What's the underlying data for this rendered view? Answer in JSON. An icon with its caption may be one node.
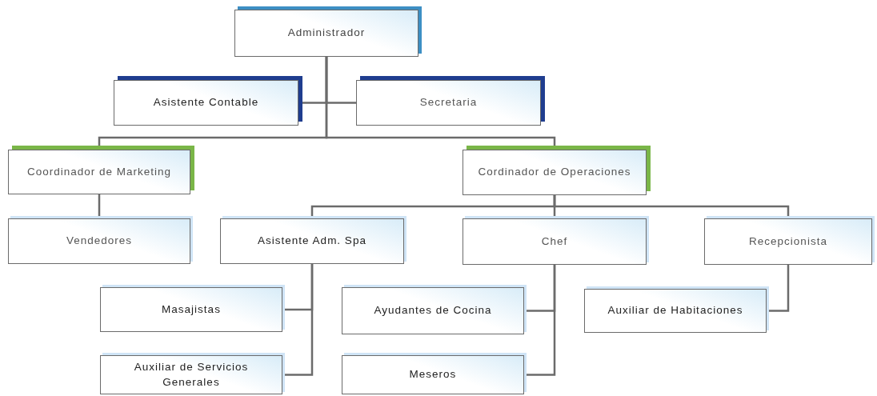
{
  "diagram": {
    "nodes": [
      {
        "text": [
          "Administrador"
        ]
      },
      {
        "text": [
          "Asistente Contable"
        ]
      },
      {
        "text": [
          "Secretaria"
        ]
      },
      {
        "text": [
          "Coordinador de Marketing"
        ]
      },
      {
        "text": [
          "Cordinador de Operaciones"
        ]
      },
      {
        "text": [
          "Vendedores"
        ]
      },
      {
        "text": [
          "Asistente Adm. Spa"
        ]
      },
      {
        "text": [
          "Chef"
        ]
      },
      {
        "text": [
          "Recepcionista"
        ]
      },
      {
        "text": [
          "Masajistas"
        ]
      },
      {
        "text": [
          "Ayudantes de Cocina"
        ]
      },
      {
        "text": [
          "Auxiliar de Habitaciones"
        ]
      },
      {
        "text": [
          "Auxiliar de Servicios Generales"
        ]
      },
      {
        "text": [
          "Meseros"
        ]
      }
    ],
    "edges": [
      {
        "from": 0,
        "to": 1,
        "arrow": "none"
      },
      {
        "from": 0,
        "to": 2,
        "arrow": "none"
      },
      {
        "from": 0,
        "to": 3,
        "arrow": "none"
      },
      {
        "from": 0,
        "to": 4,
        "arrow": "none"
      },
      {
        "from": 3,
        "to": 5,
        "arrow": "none"
      },
      {
        "from": 4,
        "to": 6,
        "arrow": "none"
      },
      {
        "from": 4,
        "to": 7,
        "arrow": "none"
      },
      {
        "from": 4,
        "to": 8,
        "arrow": "none"
      },
      {
        "from": 6,
        "to": 9,
        "arrow": "none"
      },
      {
        "from": 6,
        "to": 12,
        "arrow": "none"
      },
      {
        "from": 7,
        "to": 10,
        "arrow": "none"
      },
      {
        "from": 7,
        "to": 13,
        "arrow": "none"
      },
      {
        "from": 8,
        "to": 11,
        "arrow": "none"
      }
    ]
  }
}
